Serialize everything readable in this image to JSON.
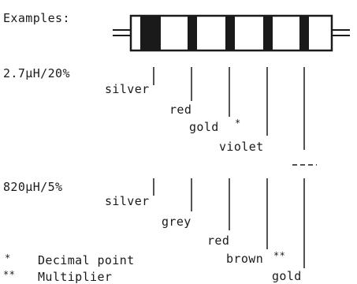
{
  "heading": "Examples:",
  "example1": {
    "value": "2.7µH/20%",
    "bands": [
      "silver",
      "red",
      "gold",
      "violet"
    ],
    "gold_mark": "*"
  },
  "example2": {
    "value": "820µH/5%",
    "bands": [
      "silver",
      "grey",
      "red",
      "brown",
      "gold"
    ],
    "brown_mark": "**"
  },
  "legend": [
    {
      "mark": "*",
      "text": "Decimal point"
    },
    {
      "mark": "**",
      "text": "Multiplier"
    }
  ],
  "colors": {
    "ink": "#1a1a1a",
    "band": "#1a1a1a"
  }
}
